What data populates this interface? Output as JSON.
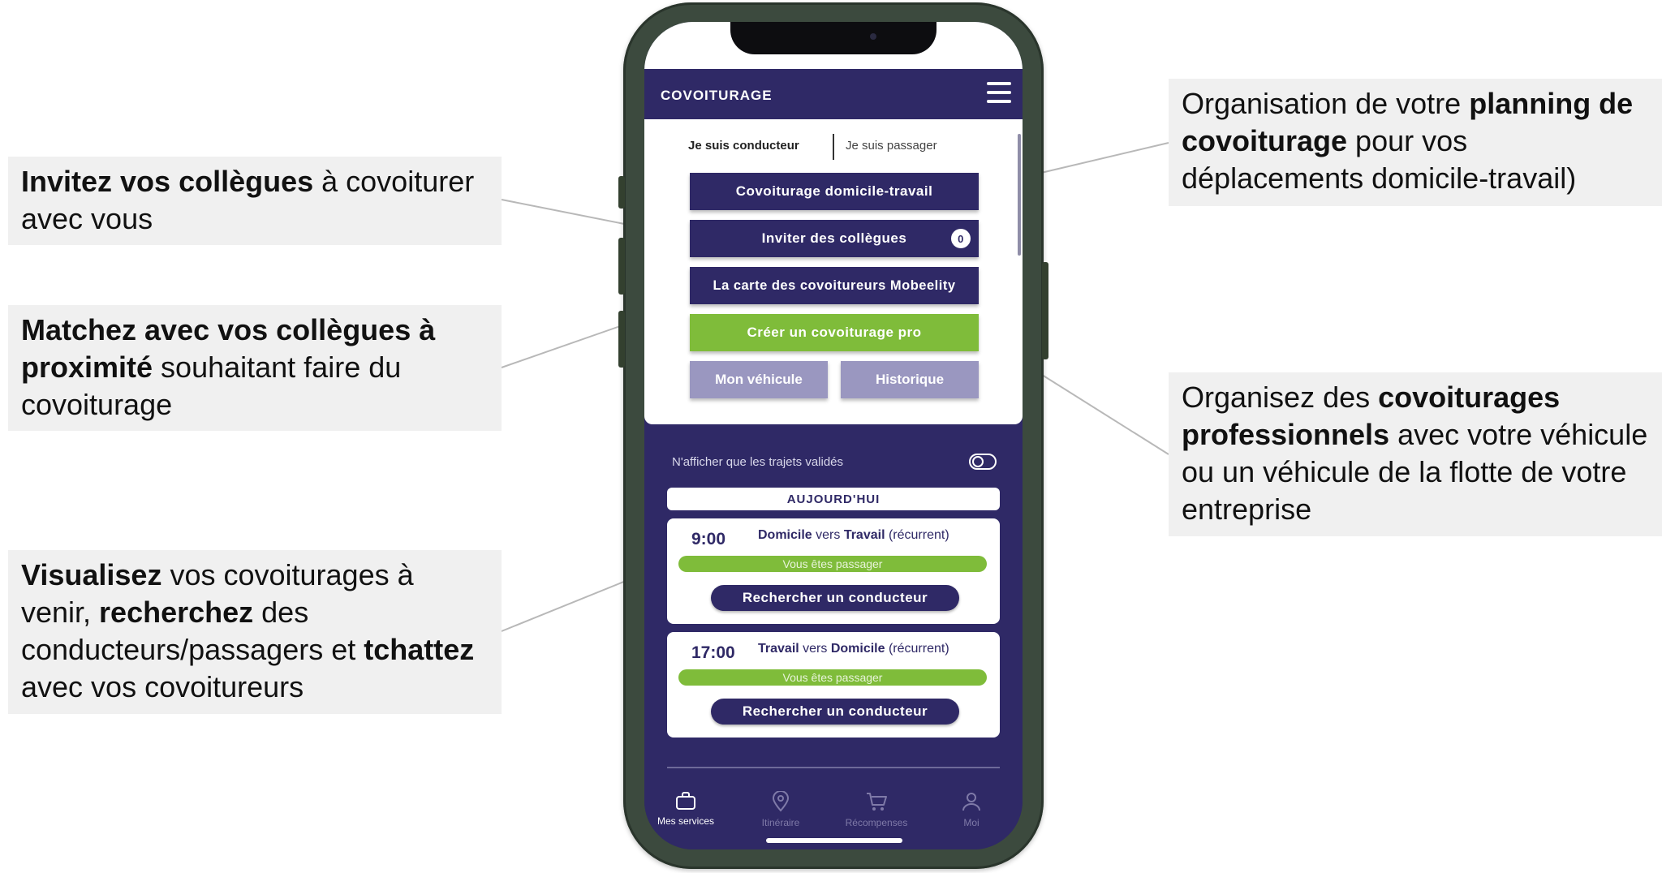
{
  "callouts": {
    "left_1": {
      "bold_1": "Invitez vos collègues",
      "text_1": " à covoiturer avec vous"
    },
    "left_2": {
      "bold_1": "Matchez avec vos collègues à proximité",
      "text_1": " souhaitant faire du covoiturage"
    },
    "left_3": {
      "bold_1": "Visualisez",
      "text_1": " vos covoiturages à venir, ",
      "bold_2": "recherchez",
      "text_2": " des conducteurs/passagers et ",
      "bold_3": "tchattez",
      "text_3": " avec vos covoitureurs"
    },
    "right_1": {
      "text_1": "Organisation de votre ",
      "bold_1": "planning de covoiturage",
      "text_2": " pour vos déplacements domicile-travail)"
    },
    "right_2": {
      "text_1": "Organisez des ",
      "bold_1": "covoiturages professionnels",
      "text_2": " avec votre véhicule ou un véhicule de la flotte de votre entreprise"
    }
  },
  "app": {
    "title": "COVOITURAGE",
    "tabs": {
      "driver": "Je suis conducteur",
      "passenger": "Je suis passager"
    },
    "buttons": {
      "domicile": "Covoiturage domicile-travail",
      "invite": "Inviter des collègues",
      "invite_badge": "0",
      "map": "La carte des covoitureurs Mobeelity",
      "create": "Créer un covoiturage pro",
      "vehicle": "Mon véhicule",
      "history": "Historique"
    },
    "filter_label": "N'afficher que les trajets validés",
    "day_header": "AUJOURD'HUI",
    "trips": [
      {
        "time": "9:00",
        "from": "Domicile",
        "via": " vers ",
        "to": "Travail",
        "recurrence": " (récurrent)",
        "role": "Vous êtes passager",
        "action": "Rechercher un conducteur"
      },
      {
        "time": "17:00",
        "from": "Travail",
        "via": " vers ",
        "to": "Domicile",
        "recurrence": " (récurrent)",
        "role": "Vous êtes passager",
        "action": "Rechercher un conducteur"
      }
    ],
    "nav": [
      {
        "label": "Mes services",
        "icon": "briefcase-icon"
      },
      {
        "label": "Itinéraire",
        "icon": "map-pin-icon"
      },
      {
        "label": "Récompenses",
        "icon": "cart-icon"
      },
      {
        "label": "Moi",
        "icon": "user-icon"
      }
    ],
    "colors": {
      "primary": "#2f2966",
      "accent_green": "#7fbc3a",
      "secondary": "#9a97c0"
    }
  }
}
